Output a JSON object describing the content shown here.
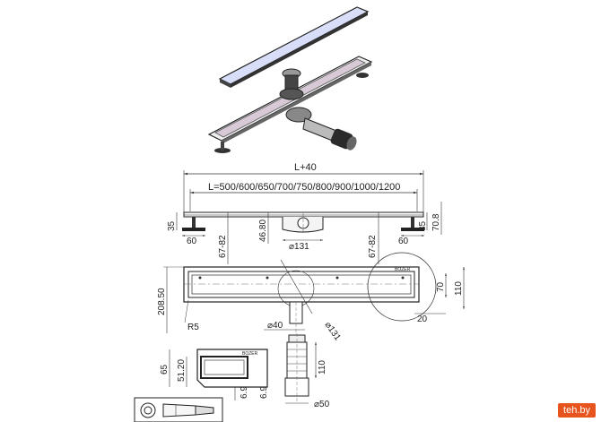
{
  "dimensions": {
    "total_length": "L+40",
    "length_options": "L=500/600/650/700/750/800/900/1000/1200",
    "frame_height": "35",
    "flange_width_left": "60",
    "flange_width_right": "60",
    "pipe_axis_offset": "46.80",
    "leg_height_left": "67-82",
    "leg_height_right": "67-82",
    "body_height": "70.8",
    "outlet_diameter": "⌀131",
    "plan_width": "208.50",
    "inner_width": "70",
    "outer_width": "110",
    "inner_offset": "20",
    "corner_radius": "R5",
    "pipe_diameter": "⌀40",
    "flange_diameter": "⌀131",
    "grate_height": "65",
    "grate_inner": "51.20",
    "pipe_length": "110",
    "plug_thickness": "6.9",
    "seal_diameter": "⌀50"
  },
  "brand_mark": "BOZER",
  "watermark": "teh.by"
}
